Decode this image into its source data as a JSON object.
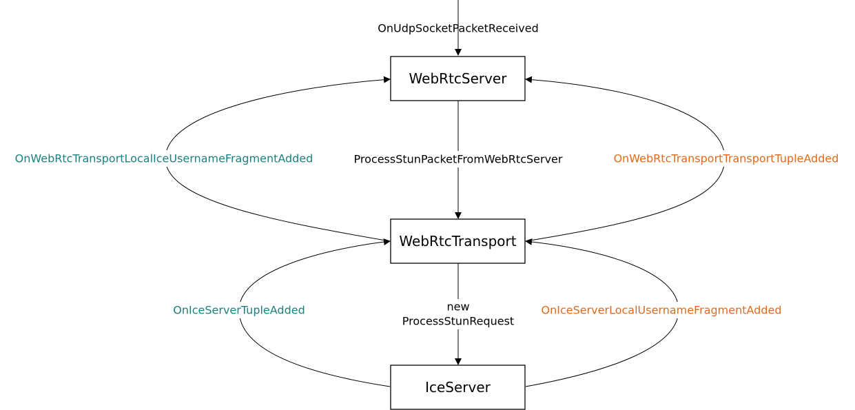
{
  "colors": {
    "teal": "#1a8080",
    "orange": "#e06a1a",
    "black": "#000000"
  },
  "nodes": {
    "webrtc_server": "WebRtcServer",
    "webrtc_transport": "WebRtcTransport",
    "ice_server": "IceServer"
  },
  "edges": {
    "on_udp_socket_packet_received": "OnUdpSocketPacketReceived",
    "process_stun_packet_from_webrtc_server": "ProcessStunPacketFromWebRtcServer",
    "on_webrtc_transport_local_ice_username_fragment_added": "OnWebRtcTransportLocalIceUsernameFragmentAdded",
    "on_webrtc_transport_transport_tuple_added": "OnWebRtcTransportTransportTupleAdded",
    "new_process_stun_request_line1": "new",
    "new_process_stun_request_line2": "ProcessStunRequest",
    "on_ice_server_tuple_added": "OnIceServerTupleAdded",
    "on_ice_server_local_username_fragment_added": "OnIceServerLocalUsernameFragmentAdded"
  }
}
